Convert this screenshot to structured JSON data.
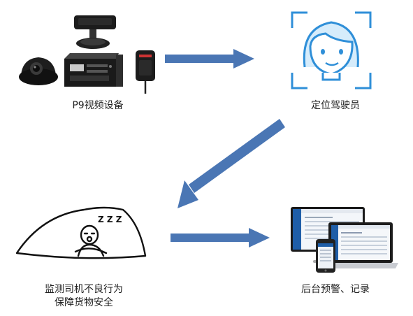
{
  "nodes": {
    "device": {
      "label": "P9视频设备"
    },
    "driver": {
      "label": "定位驾驶员"
    },
    "monitor": {
      "label_line1": "监测司机不良行为",
      "label_line2": "保障货物安全"
    },
    "backend": {
      "label": "后台预警、记录"
    }
  },
  "icons": {
    "zzz": "Z Z Z"
  },
  "colors": {
    "arrow": "#4a76b4",
    "face_blue": "#2f8fd8",
    "face_fill": "#d6ecfb",
    "device_dark": "#1c1c1c",
    "screen_blue": "#1f5ea8"
  }
}
